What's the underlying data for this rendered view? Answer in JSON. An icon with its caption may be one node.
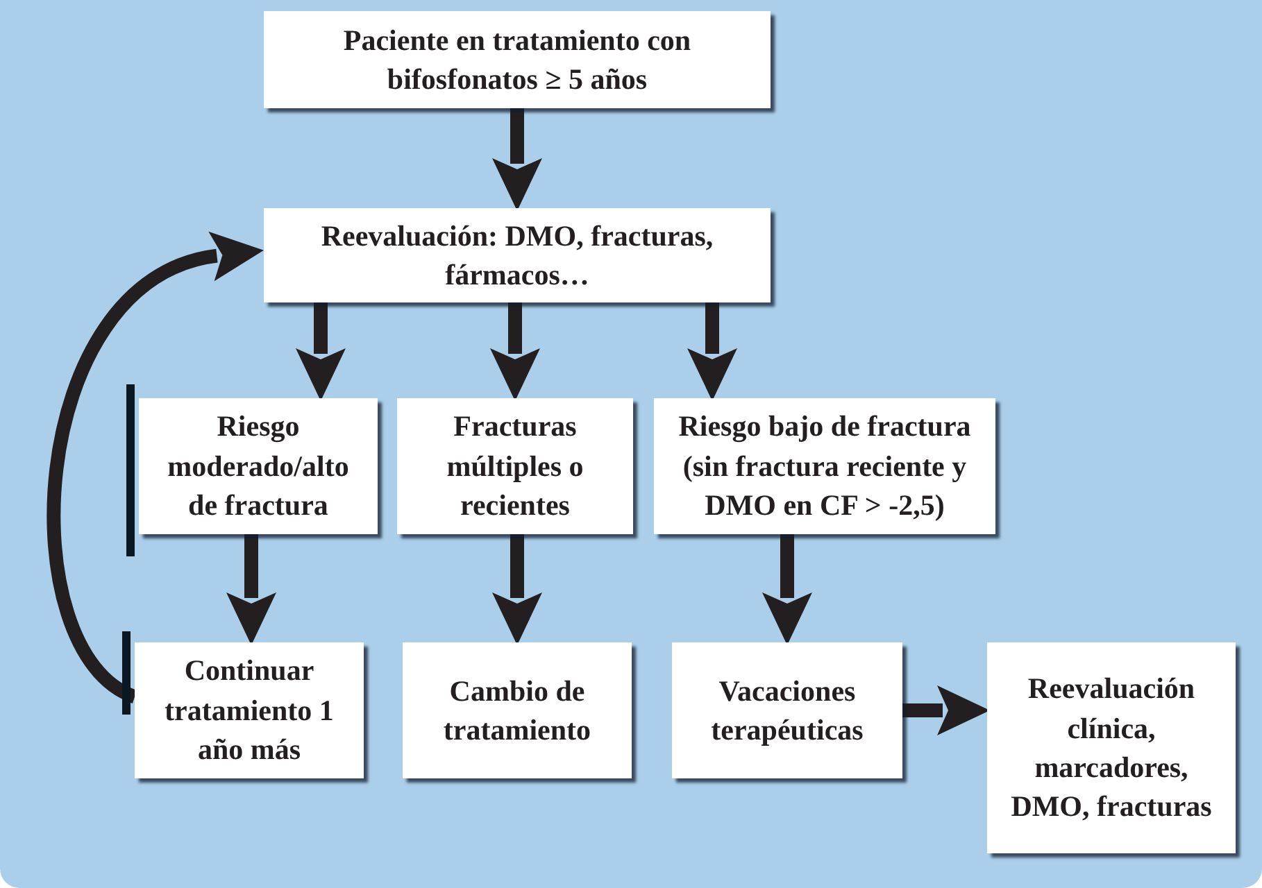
{
  "diagram": {
    "nodes": [
      {
        "text": [
          "Paciente en tratamiento con bifosfonatos ≥ 5 años"
        ]
      },
      {
        "text": [
          "Reevaluación: DMO, fracturas, fármacos…"
        ]
      },
      {
        "text": [
          "Riesgo moderado/alto de fractura"
        ]
      },
      {
        "text": [
          "Fracturas múltiples o recientes"
        ]
      },
      {
        "text": [
          "Riesgo bajo de fractura (sin fractura reciente y DMO en CF > -2,5)"
        ]
      },
      {
        "text": [
          "Continuar tratamiento 1 año más"
        ]
      },
      {
        "text": [
          "Cambio de tratamiento"
        ]
      },
      {
        "text": [
          "Vacaciones terapéuticas"
        ]
      },
      {
        "text": [
          "Reevaluación clínica, marcadores, DMO, fracturas"
        ]
      }
    ],
    "edges": [
      {
        "from": 0,
        "to": 1,
        "arrow": "to"
      },
      {
        "from": 1,
        "to": 2,
        "arrow": "to"
      },
      {
        "from": 1,
        "to": 3,
        "arrow": "to"
      },
      {
        "from": 1,
        "to": 4,
        "arrow": "to"
      },
      {
        "from": 2,
        "to": 5,
        "arrow": "to"
      },
      {
        "from": 3,
        "to": 6,
        "arrow": "to"
      },
      {
        "from": 4,
        "to": 7,
        "arrow": "to"
      },
      {
        "from": 7,
        "to": 8,
        "arrow": "to"
      },
      {
        "from": 5,
        "to": 1,
        "arrow": "to"
      }
    ]
  }
}
